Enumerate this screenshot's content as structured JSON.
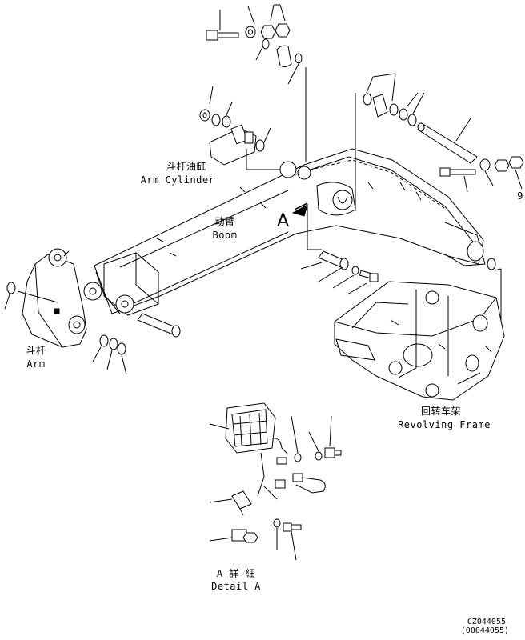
{
  "labels": {
    "arm_cylinder_cn": "斗杆油缸",
    "arm_cylinder_en": "Arm Cylinder",
    "boom_cn": "动臂",
    "boom_en": "Boom",
    "arm_cn": "斗杆",
    "arm_en": "Arm",
    "revolving_frame_cn": "回转车架",
    "revolving_frame_en": "Revolving Frame",
    "detail_a_cn": "A 詳 細",
    "detail_a_en": "Detail A",
    "view_marker": "A",
    "edge_number": "9"
  },
  "drawing_code": {
    "line1": "CZ044055",
    "line2": "(00044055)"
  }
}
